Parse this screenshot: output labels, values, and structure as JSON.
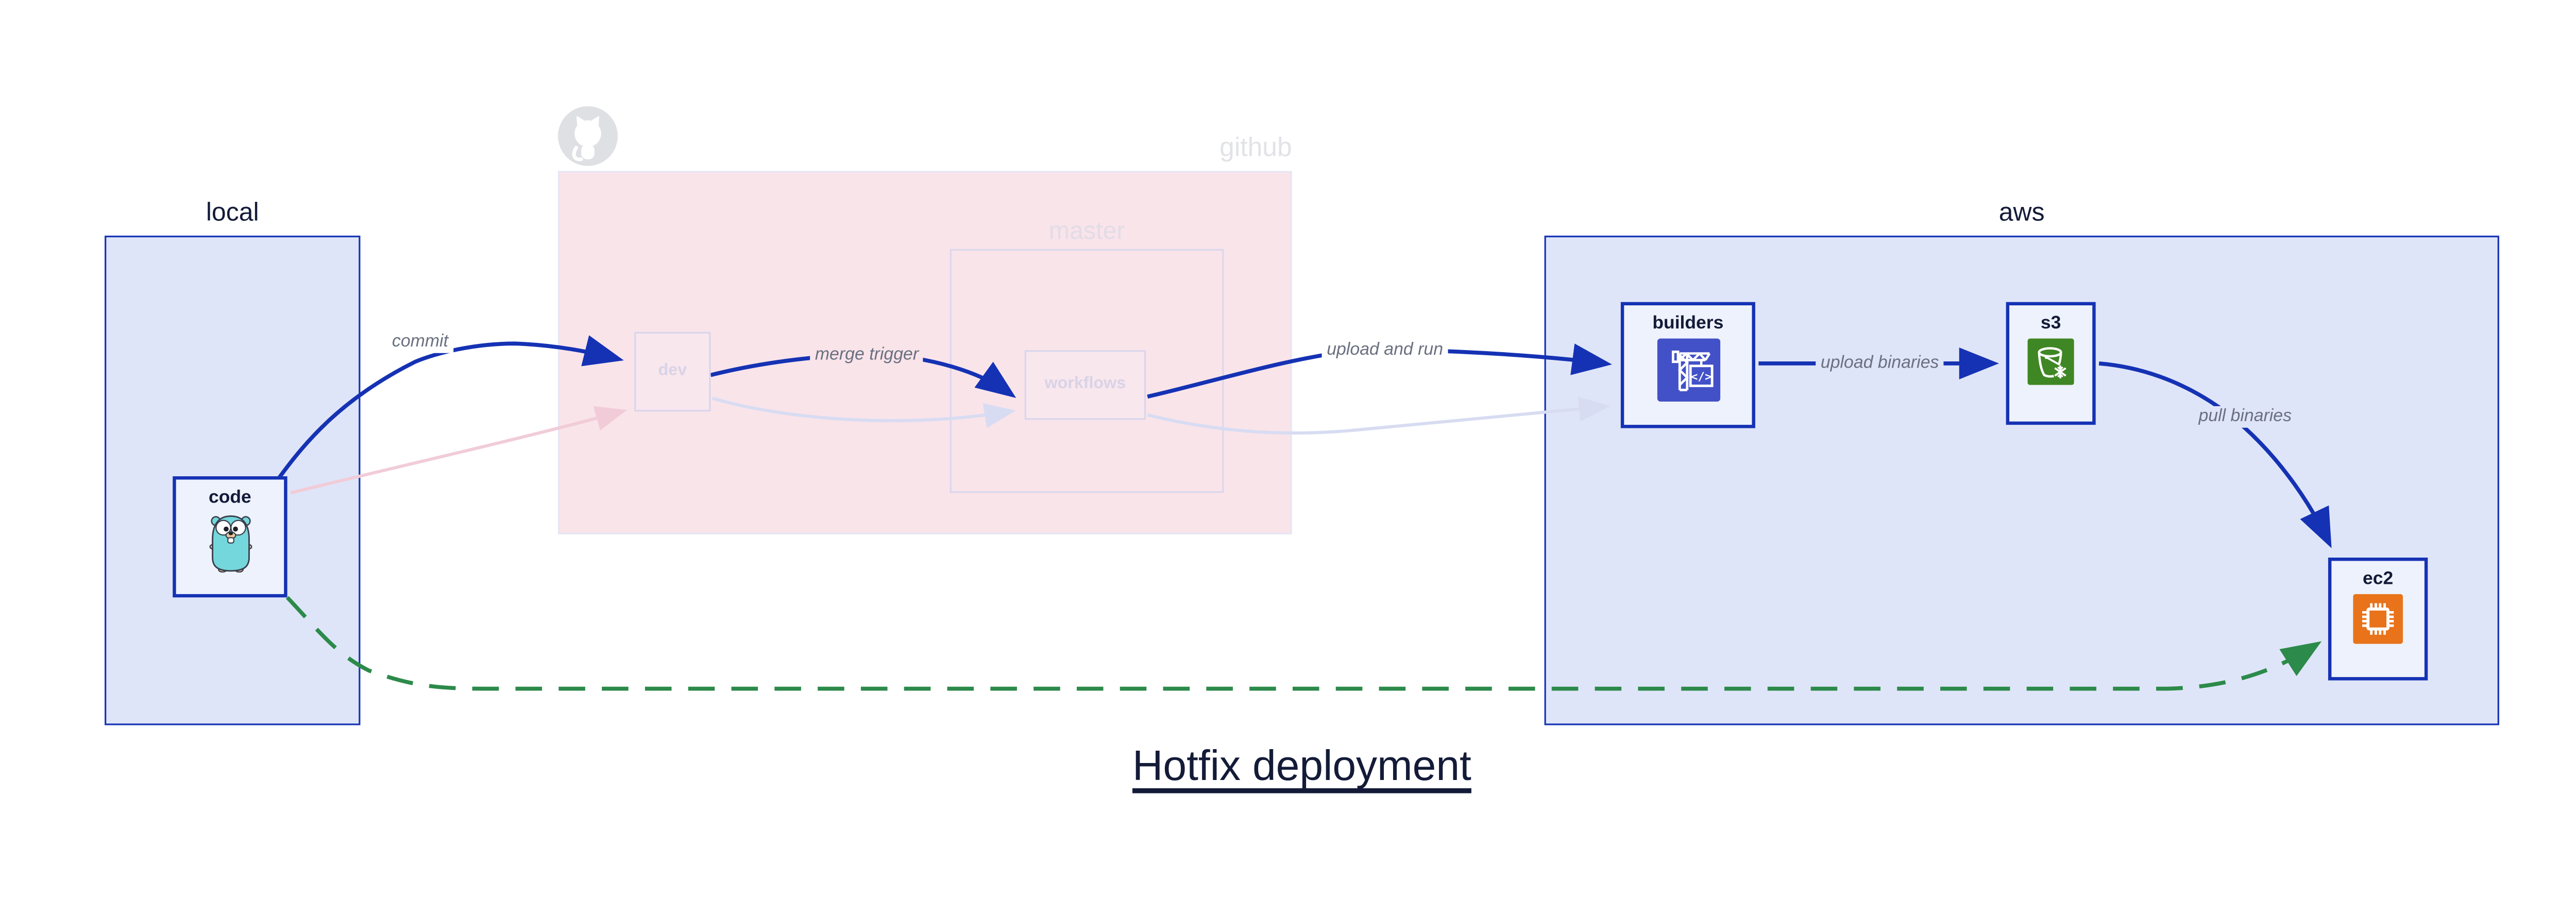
{
  "title": "Hotfix deployment",
  "groups": {
    "local": {
      "label": "local"
    },
    "github": {
      "label": "github"
    },
    "master": {
      "label": "master"
    },
    "aws": {
      "label": "aws"
    }
  },
  "nodes": {
    "code": {
      "label": "code",
      "icon": "go-gopher-icon"
    },
    "dev": {
      "label": "dev"
    },
    "workflows": {
      "label": "workflows"
    },
    "builders": {
      "label": "builders",
      "icon": "codebuild-crane-icon"
    },
    "s3": {
      "label": "s3",
      "icon": "s3-glacier-bucket-icon"
    },
    "ec2": {
      "label": "ec2",
      "icon": "ec2-chip-icon"
    }
  },
  "edges": {
    "commit": {
      "label": "commit"
    },
    "merge_trigger": {
      "label": "merge trigger"
    },
    "upload_and_run": {
      "label": "upload and run"
    },
    "upload_binaries": {
      "label": "upload binaries"
    },
    "pull_binaries": {
      "label": "pull binaries"
    }
  },
  "icons": {
    "codebuild_text": "</>"
  },
  "palette": {
    "strong_blue": "#1532b4",
    "navy_text": "#131b38",
    "group_fill_blue": "#dfe5f8",
    "node_fill": "#eef2fc",
    "github_pink": "#f9e4ea",
    "faded_border": "#dbd7ec",
    "faded_label": "#d9d3e6",
    "faded_pink_line": "#f1ccd8",
    "faded_lavender_line": "#d8dcf2",
    "green_dashed": "#2c8a4a",
    "edge_label_gray": "#6a7080",
    "octocat_gray": "#dfe0e4",
    "codebuild_indigo": "#4351c8",
    "s3_green": "#3f8624",
    "ec2_orange": "#e8731a",
    "gopher_teal": "#74d7db"
  }
}
